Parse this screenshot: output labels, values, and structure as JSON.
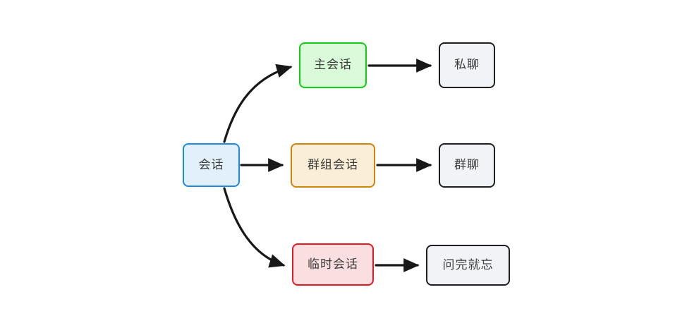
{
  "diagram": {
    "type": "flowchart",
    "direction": "left-to-right",
    "background_color": "#ffffff",
    "nodes": [
      {
        "id": "root",
        "label": "会话",
        "fill": "#e1f0fb",
        "stroke": "#1e88e5",
        "text_color": "#3b3b3b"
      },
      {
        "id": "main-session",
        "label": "主会话",
        "fill": "#d9fbd9",
        "stroke": "#12cc12",
        "text_color": "#3b3b3b"
      },
      {
        "id": "group-session",
        "label": "群组会话",
        "fill": "#fbeed6",
        "stroke": "#d1840a",
        "text_color": "#3b3b3b"
      },
      {
        "id": "temp-session",
        "label": "临时会话",
        "fill": "#fbdfe0",
        "stroke": "#e01b22",
        "text_color": "#3b3b3b"
      },
      {
        "id": "private-chat",
        "label": "私聊",
        "fill": "#f2f3f7",
        "stroke": "#1f1f1f",
        "text_color": "#3b3b3b"
      },
      {
        "id": "group-chat",
        "label": "群聊",
        "fill": "#f2f3f7",
        "stroke": "#1f1f1f",
        "text_color": "#3b3b3b"
      },
      {
        "id": "ask-and-forget",
        "label": "问完就忘",
        "fill": "#f2f3f7",
        "stroke": "#1f1f1f",
        "text_color": "#3b3b3b"
      }
    ],
    "edges": [
      {
        "from": "root",
        "to": "main-session",
        "style": "curved",
        "label": ""
      },
      {
        "from": "root",
        "to": "group-session",
        "style": "straight",
        "label": ""
      },
      {
        "from": "root",
        "to": "temp-session",
        "style": "curved",
        "label": ""
      },
      {
        "from": "main-session",
        "to": "private-chat",
        "style": "straight",
        "label": ""
      },
      {
        "from": "group-session",
        "to": "group-chat",
        "style": "straight",
        "label": ""
      },
      {
        "from": "temp-session",
        "to": "ask-and-forget",
        "style": "straight",
        "label": ""
      }
    ],
    "edge_color": "#181818"
  }
}
